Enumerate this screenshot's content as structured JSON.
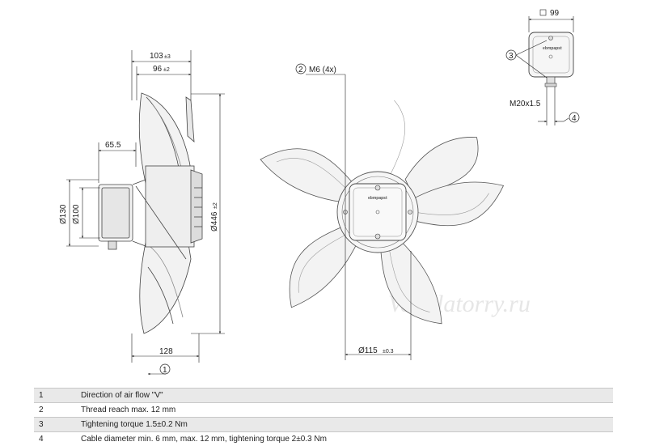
{
  "dimensions": {
    "depth_total": "103",
    "depth_total_tol": "±3",
    "depth_blade": "96",
    "depth_blade_tol": "±2",
    "motor_depth": "65.5",
    "dia_130": "Ø130",
    "dia_100": "Ø100",
    "dia_446": "Ø446",
    "dia_446_tol": "±2",
    "width_128": "128",
    "dia_115": "Ø115",
    "dia_115_tol": "±0.3",
    "thread": "M6 (4x)",
    "box_99": "99",
    "cable_gland": "M20x1.5"
  },
  "callouts": {
    "c1": "1",
    "c2": "2",
    "c3": "3",
    "c4": "4"
  },
  "labels": {
    "brand": "ebmpapst",
    "watermark": "Ventilatorry.ru"
  },
  "notes": [
    {
      "num": "1",
      "text": "Direction of air flow \"V\""
    },
    {
      "num": "2",
      "text": "Thread reach max. 12 mm"
    },
    {
      "num": "3",
      "text": "Tightening torque 1.5±0.2 Nm"
    },
    {
      "num": "4",
      "text": "Cable diameter min. 6 mm, max. 12 mm, tightening torque 2±0.3 Nm"
    }
  ]
}
